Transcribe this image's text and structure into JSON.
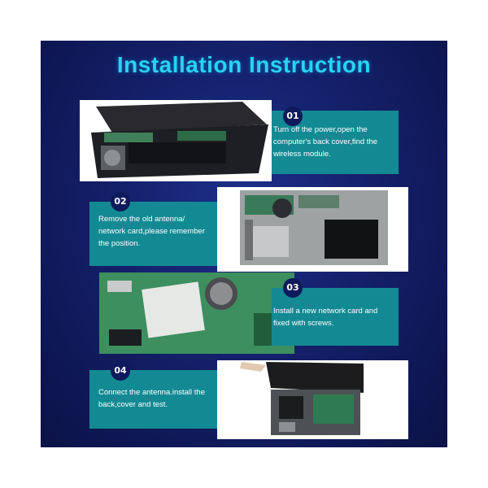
{
  "title": "Installation Instruction",
  "steps": [
    {
      "number": "01",
      "text": "Turn off the power,open the computer's back cover,find the wireless module."
    },
    {
      "number": "02",
      "text": "Remove the old antenna/ network card,please remember the position."
    },
    {
      "number": "03",
      "text": "Install a new network card and fixed with screws."
    },
    {
      "number": "04",
      "text": "Connect the antenna.install the back,cover and test."
    }
  ],
  "colors": {
    "background": "#14206a",
    "title": "#29d3ef",
    "card": "#138a93",
    "badge": "#0f1a5c"
  }
}
